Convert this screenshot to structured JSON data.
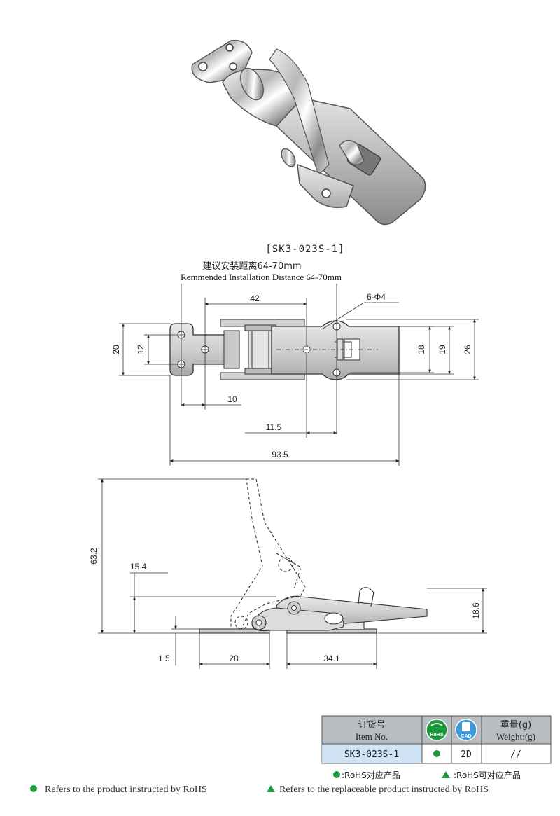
{
  "model": "[SK3-023S-1]",
  "install_cn": "建议安装距离64-70mm",
  "install_en": "Remmended Installation Distance 64-70mm",
  "dims": {
    "d42": "42",
    "holes": "6-Φ4",
    "d20": "20",
    "d12": "12",
    "d18": "18",
    "d19": "19",
    "d26": "26",
    "d10": "10",
    "d11_5": "11.5",
    "d93_5": "93.5",
    "d63_2": "63.2",
    "d15_4": "15.4",
    "d18_6": "18.6",
    "d1_5": "1.5",
    "d28": "28",
    "d34_1": "34.1"
  },
  "table": {
    "item_cn": "订货号",
    "item_en": "Item No.",
    "rohs_label": "RoHS",
    "cad_label": "CAD",
    "weight_cn": "重量(g)",
    "weight_en": "Weight:(g)",
    "item_value": "SK3-023S-1",
    "cad_value": "2D",
    "weight_value": "//"
  },
  "legend": {
    "rohs_cn": ":RoHS对应产品",
    "replace_cn": ":RoHS可对应产品"
  },
  "footer": {
    "rohs_en": "Refers to the product instructed by RoHS",
    "replace_en": "Refers to the replaceable product instructed by RoHS"
  },
  "colors": {
    "rohs_green": "#1a9a3a",
    "cad_blue": "#3a9ad9",
    "table_header": "#b9bcc1",
    "table_value_row": "#cfe3f5"
  }
}
